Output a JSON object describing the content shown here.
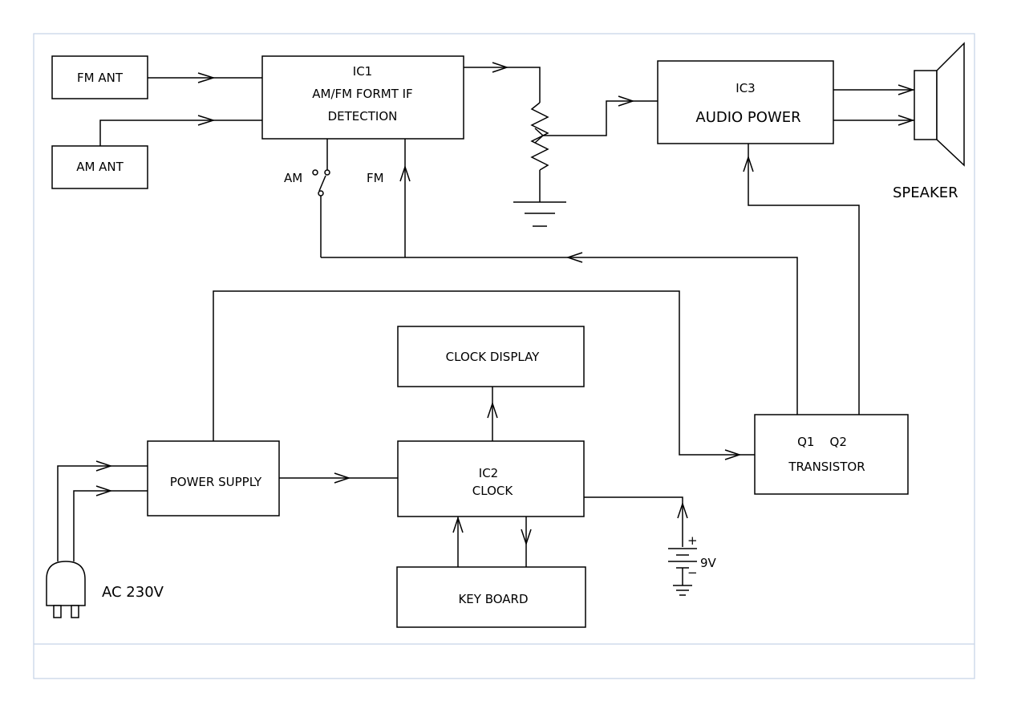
{
  "blocks": {
    "fm_ant": {
      "label": "FM ANT"
    },
    "am_ant": {
      "label": "AM ANT"
    },
    "ic1": {
      "line1": "IC1",
      "line2": "AM/FM FORMT IF",
      "line3": "DETECTION"
    },
    "ic3": {
      "line1": "IC3",
      "line2": "AUDIO POWER"
    },
    "clock_display": {
      "label": "CLOCK DISPLAY"
    },
    "power_supply": {
      "label": "POWER SUPPLY"
    },
    "ic2": {
      "line1": "IC2",
      "line2": "CLOCK"
    },
    "transistor": {
      "line1": "Q1    Q2",
      "line2": "TRANSISTOR"
    },
    "keyboard": {
      "label": "KEY BOARD"
    }
  },
  "labels": {
    "speaker": "SPEAKER",
    "am_switch": "AM",
    "fm_switch": "FM",
    "ac_input": "AC 230V",
    "battery_plus": "+",
    "battery_minus": "−",
    "battery_voltage": "9V"
  }
}
